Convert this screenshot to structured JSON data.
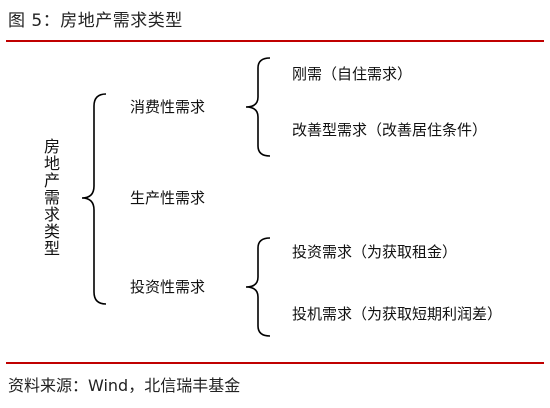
{
  "figure": {
    "title": "图 5：房地产需求类型",
    "source": "资料来源：Wind，北信瑞丰基金"
  },
  "diagram": {
    "root": "房地产需求类型",
    "branches": [
      {
        "label": "消费性需求",
        "children": [
          "刚需（自住需求）",
          "改善型需求（改善居住条件）"
        ]
      },
      {
        "label": "生产性需求",
        "children": []
      },
      {
        "label": "投资性需求",
        "children": [
          "投资需求（为获取租金）",
          "投机需求（为获取短期利润差）"
        ]
      }
    ]
  },
  "colors": {
    "rule": "#c00000",
    "stroke": "#000000"
  }
}
